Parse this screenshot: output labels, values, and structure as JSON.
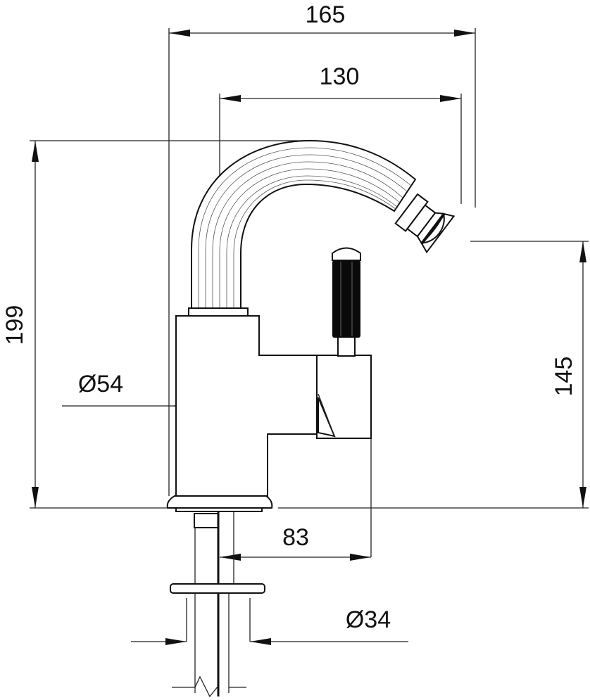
{
  "dimensions": {
    "overall_width": "165",
    "spout_reach": "130",
    "overall_height": "199",
    "spout_height": "145",
    "body_diameter": "Ø54",
    "handle_offset": "83",
    "hole_diameter": "Ø34"
  },
  "colors": {
    "line": "#111111",
    "handle": "#0a0a0a"
  }
}
